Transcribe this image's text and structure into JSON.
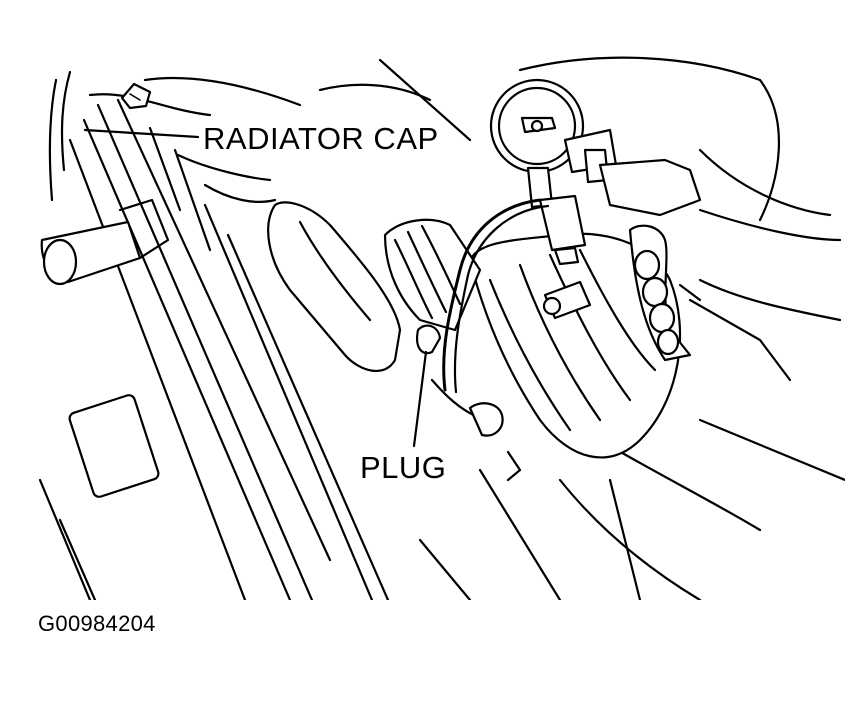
{
  "figure": {
    "callouts": {
      "radiator_cap": "RADIATOR CAP",
      "plug": "PLUG"
    },
    "figure_id": "G00984204"
  },
  "colors": {
    "background": "#ffffff",
    "ink": "#000000"
  }
}
